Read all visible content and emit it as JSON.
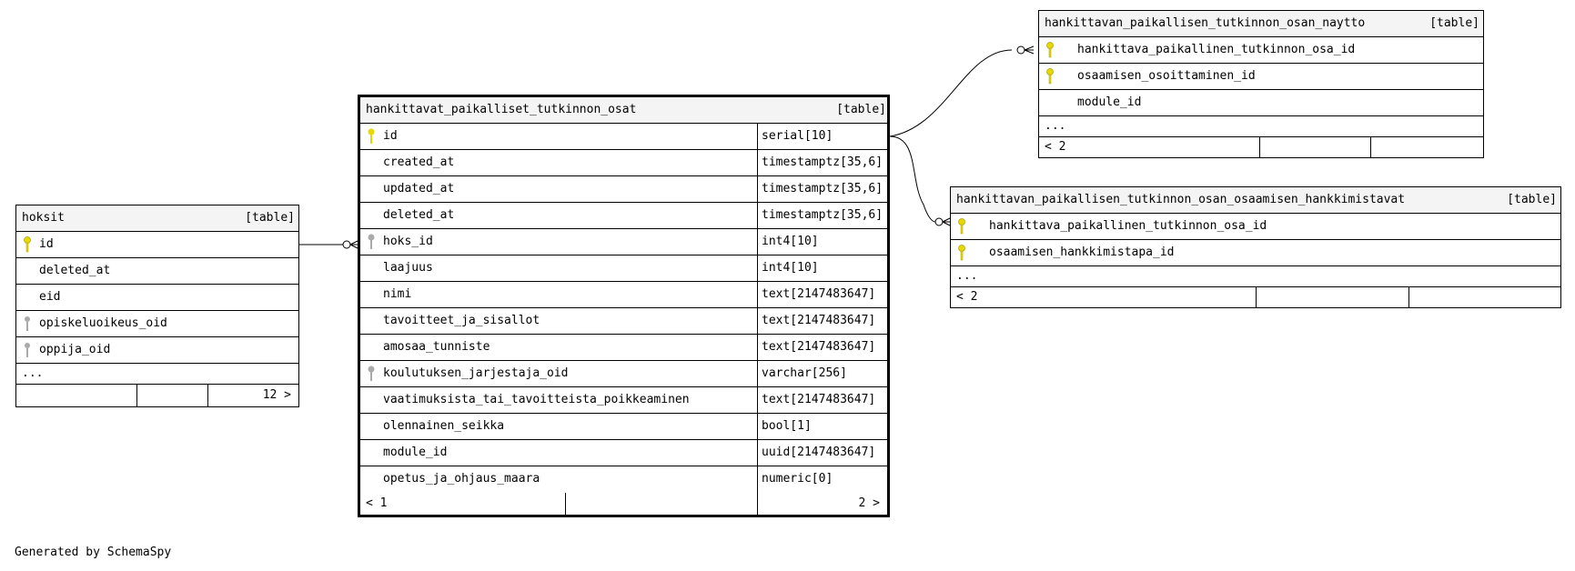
{
  "diagram": {
    "tables": {
      "hoksit": {
        "name": "hoksit",
        "tag": "[table]",
        "columns": [
          "id",
          "deleted_at",
          "eid",
          "opiskeluoikeus_oid",
          "oppija_oid"
        ],
        "more": "...",
        "footer_right": "12 >"
      },
      "main": {
        "name": "hankittavat_paikalliset_tutkinnon_osat",
        "tag": "[table]",
        "columns": [
          {
            "name": "id",
            "type": "serial[10]"
          },
          {
            "name": "created_at",
            "type": "timestamptz[35,6]"
          },
          {
            "name": "updated_at",
            "type": "timestamptz[35,6]"
          },
          {
            "name": "deleted_at",
            "type": "timestamptz[35,6]"
          },
          {
            "name": "hoks_id",
            "type": "int4[10]"
          },
          {
            "name": "laajuus",
            "type": "int4[10]"
          },
          {
            "name": "nimi",
            "type": "text[2147483647]"
          },
          {
            "name": "tavoitteet_ja_sisallot",
            "type": "text[2147483647]"
          },
          {
            "name": "amosaa_tunniste",
            "type": "text[2147483647]"
          },
          {
            "name": "koulutuksen_jarjestaja_oid",
            "type": "varchar[256]"
          },
          {
            "name": "vaatimuksista_tai_tavoitteista_poikkeaminen",
            "type": "text[2147483647]"
          },
          {
            "name": "olennainen_seikka",
            "type": "bool[1]"
          },
          {
            "name": "module_id",
            "type": "uuid[2147483647]"
          },
          {
            "name": "opetus_ja_ohjaus_maara",
            "type": "numeric[0]"
          }
        ],
        "footer_left": "< 1",
        "footer_right": "2 >"
      },
      "naytto": {
        "name": "hankittavan_paikallisen_tutkinnon_osan_naytto",
        "tag": "[table]",
        "columns": [
          "hankittava_paikallinen_tutkinnon_osa_id",
          "osaamisen_osoittaminen_id",
          "module_id"
        ],
        "more": "...",
        "footer_left": "< 2"
      },
      "hankkimistavat": {
        "name": "hankittavan_paikallisen_tutkinnon_osan_osaamisen_hankkimistavat",
        "tag": "[table]",
        "columns": [
          "hankittava_paikallinen_tutkinnon_osa_id",
          "osaamisen_hankkimistapa_id"
        ],
        "more": "...",
        "footer_left": "< 2"
      }
    },
    "key_colors": {
      "primary": "#e6d800",
      "foreign": "#aaaaaa"
    },
    "footer_note": "Generated by SchemaSpy"
  }
}
